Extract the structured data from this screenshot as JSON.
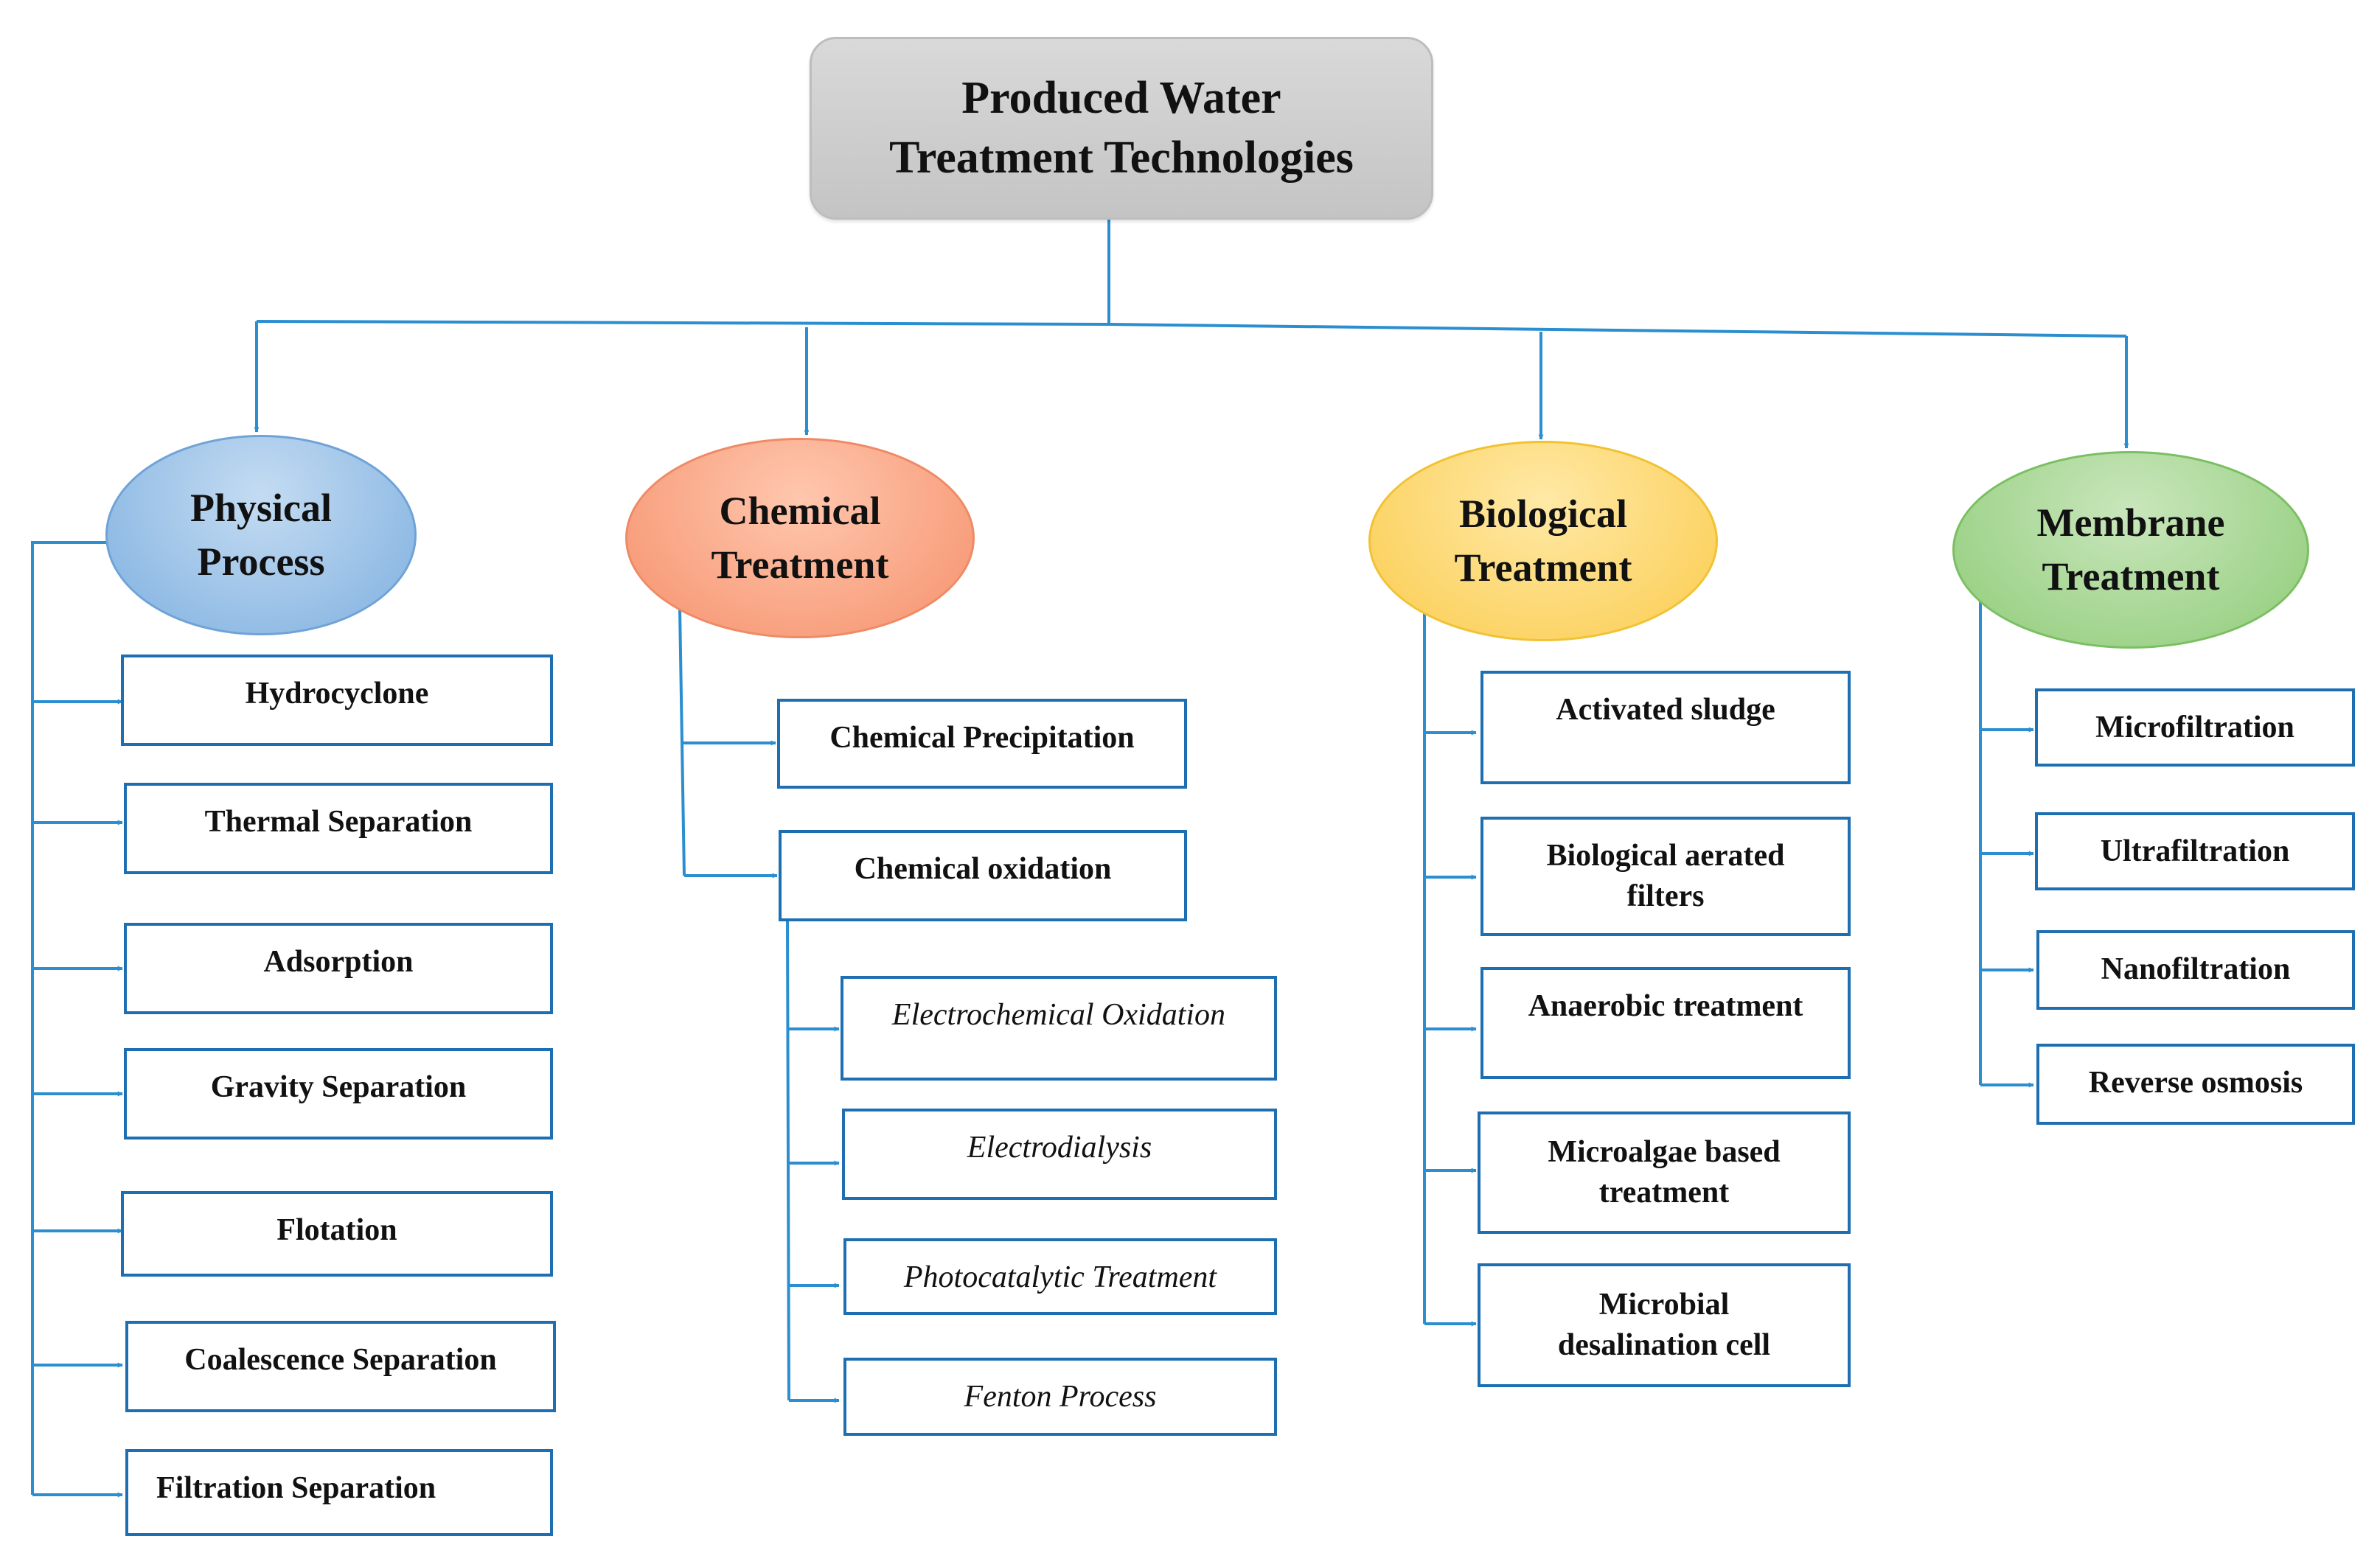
{
  "root": {
    "title_line1": "Produced Water",
    "title_line2": "Treatment Technologies"
  },
  "categories": [
    {
      "key": "physical",
      "line1": "Physical",
      "line2": "Process",
      "items": [
        {
          "line1": "Hydrocyclone"
        },
        {
          "line1": "Thermal Separation"
        },
        {
          "line1": "Adsorption"
        },
        {
          "line1": "Gravity Separation"
        },
        {
          "line1": "Flotation"
        },
        {
          "line1": "Coalescence Separation"
        },
        {
          "line1": "Filtration Separation"
        }
      ]
    },
    {
      "key": "chemical",
      "line1": "Chemical",
      "line2": "Treatment",
      "items": [
        {
          "line1": "Chemical Precipitation"
        },
        {
          "line1": "Chemical oxidation",
          "sub_items": [
            {
              "line1": "Electrochemical Oxidation"
            },
            {
              "line1": "Electrodialysis"
            },
            {
              "line1": "Photocatalytic Treatment"
            },
            {
              "line1": "Fenton Process"
            }
          ]
        }
      ]
    },
    {
      "key": "biological",
      "line1": "Biological",
      "line2": "Treatment",
      "items": [
        {
          "line1": "Activated sludge"
        },
        {
          "line1": "Biological aerated",
          "line2": "filters"
        },
        {
          "line1": "Anaerobic treatment"
        },
        {
          "line1": "Microalgae based",
          "line2": "treatment"
        },
        {
          "line1": "Microbial",
          "line2": "desalination cell"
        }
      ]
    },
    {
      "key": "membrane",
      "line1": "Membrane",
      "line2": "Treatment",
      "items": [
        {
          "line1": "Microfiltration"
        },
        {
          "line1": "Ultrafiltration"
        },
        {
          "line1": "Nanofiltration"
        },
        {
          "line1": "Reverse osmosis"
        }
      ]
    }
  ],
  "colors": {
    "connector": "#2a8ed0",
    "box_border": "#1e6eb2",
    "physical": "#7fb0e0",
    "chemical": "#f5916c",
    "biological": "#fbcc4f",
    "membrane": "#8fcc78",
    "root": "#c9c9c9"
  }
}
